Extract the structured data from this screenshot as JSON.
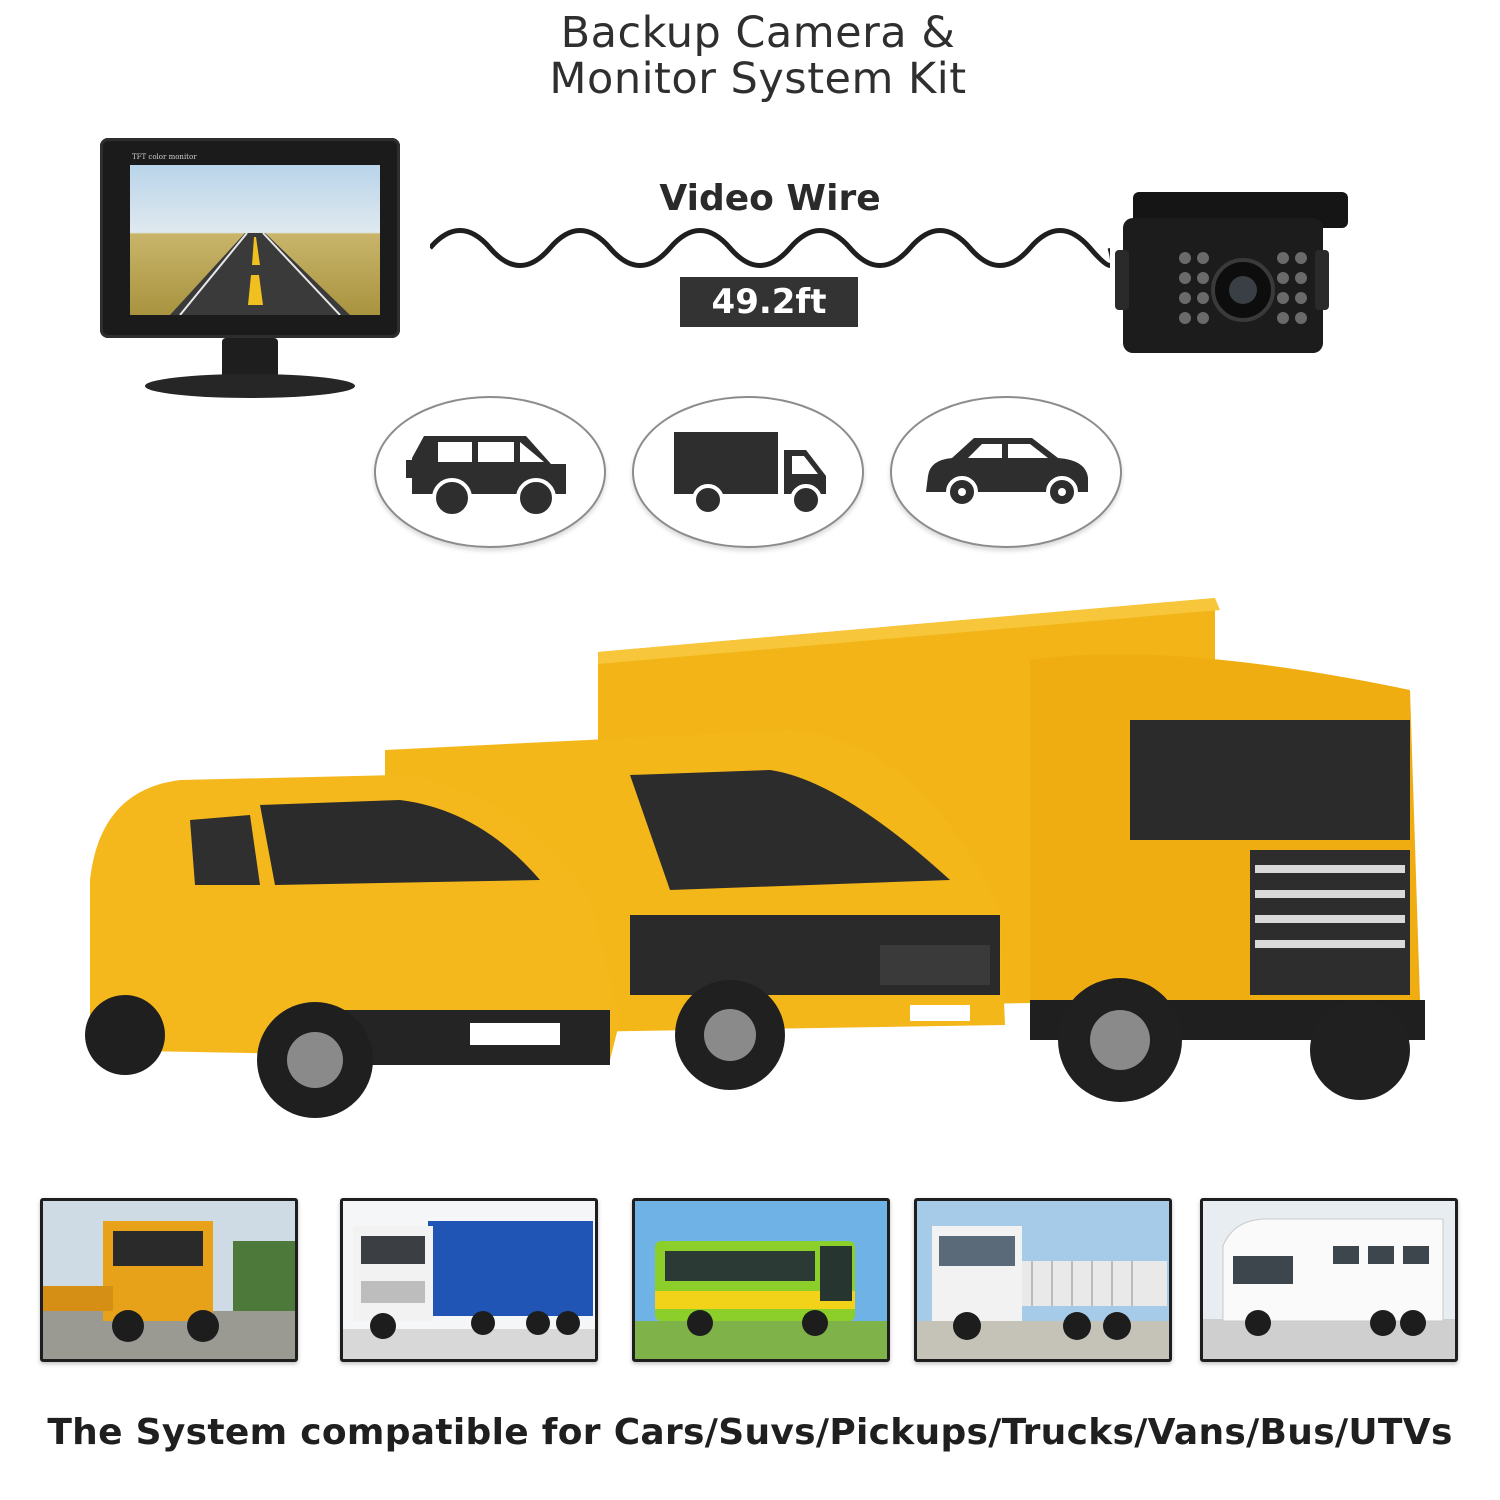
{
  "title": {
    "line1": "Backup Camera &",
    "line2": "Monitor System Kit"
  },
  "monitor": {
    "brand_label": "TFT color monitor"
  },
  "wire": {
    "label": "Video Wire",
    "length": "49.2ft"
  },
  "vehicle_icons": [
    "suv-icon",
    "truck-icon",
    "car-icon"
  ],
  "thumbnails": [
    "orange-flatbed-truck",
    "blue-curtain-semi-truck",
    "green-yellow-bus",
    "white-cargo-truck",
    "white-motorhome"
  ],
  "caption": "The System compatible for Cars/Suvs/Pickups/Trucks/Vans/Bus/UTVs",
  "colors": {
    "vehicle_yellow": "#f2b416",
    "dark": "#333333",
    "icon_dark": "#2e2e2e"
  }
}
